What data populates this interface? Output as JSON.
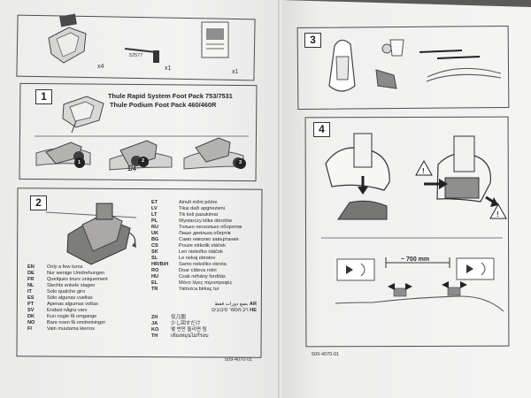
{
  "section_numbers": [
    "1",
    "2",
    "3",
    "4"
  ],
  "quantities": [
    "x4",
    "x1",
    "x1"
  ],
  "small_part_label": "52577",
  "step1": {
    "title_line1": "Thule Rapid System Foot Pack 753/7531",
    "title_line2": "Thule Podium Foot Pack 460/460R",
    "fraction": "1/4",
    "callouts": [
      "1",
      "2",
      "3"
    ]
  },
  "step2": {
    "left_languages": [
      {
        "code": "EN",
        "text": "Only a few turns"
      },
      {
        "code": "DE",
        "text": "Nur wenige Umdrehungen"
      },
      {
        "code": "FR",
        "text": "Quelques tours uniquement"
      },
      {
        "code": "NL",
        "text": "Slechts enkele slagen"
      },
      {
        "code": "IT",
        "text": "Solo qualche giro"
      },
      {
        "code": "ES",
        "text": "Sólo algunas vueltas"
      },
      {
        "code": "PT",
        "text": "Apenas algumas voltas"
      },
      {
        "code": "SV",
        "text": "Endast några varv"
      },
      {
        "code": "DK",
        "text": "Kun nogle få omgange"
      },
      {
        "code": "NO",
        "text": "Bare noen få omdreininger"
      },
      {
        "code": "FI",
        "text": "Vain muutama kierros"
      }
    ],
    "right_languages": [
      {
        "code": "ET",
        "text": "Ainult mõni pööre"
      },
      {
        "code": "LV",
        "text": "Tikai daži apgriezieni"
      },
      {
        "code": "LT",
        "text": "Tik keli pasukimai"
      },
      {
        "code": "PL",
        "text": "Wystarczy kilka obrotów"
      },
      {
        "code": "RU",
        "text": "Только несколько оборотов"
      },
      {
        "code": "UK",
        "text": "Лише декілька обертів"
      },
      {
        "code": "BG",
        "text": "Само няколко завъртания"
      },
      {
        "code": "CS",
        "text": "Pouze několik otáček"
      },
      {
        "code": "SK",
        "text": "Len niekoľko otáčok"
      },
      {
        "code": "SL",
        "text": "Le nekaj obratov"
      },
      {
        "code": "HR/BiH",
        "text": "Samo nekoliko okreta"
      },
      {
        "code": "RO",
        "text": "Doar câteva rotiri"
      },
      {
        "code": "HU",
        "text": "Csak néhány fordítás"
      },
      {
        "code": "EL",
        "text": "Μόνο λίγες περιστροφές"
      },
      {
        "code": "TR",
        "text": "Yalnızca birkaç tur"
      }
    ],
    "rtl_languages": [
      {
        "code": "AR",
        "text": "بضع دورات فقط"
      },
      {
        "code": "HE",
        "text": "רק מספר סיבובים"
      }
    ],
    "asian_languages": [
      {
        "code": "ZH",
        "text": "仅几圈"
      },
      {
        "code": "JA",
        "text": "少し回すだけ"
      },
      {
        "code": "KO",
        "text": "몇 번만 돌리면 됨"
      },
      {
        "code": "TH",
        "text": "เพียงหมุนไม่กี่รอบ"
      }
    ]
  },
  "step4": {
    "distance_label": "~ 700 mm",
    "warning_symbol": "!"
  },
  "page_numbers": {
    "left": "509-4070-01",
    "right": "509-4070-01"
  },
  "colors": {
    "paper": "#f2f2f0",
    "line": "#3f3f3f",
    "mid_gray": "#8c8c8c"
  }
}
